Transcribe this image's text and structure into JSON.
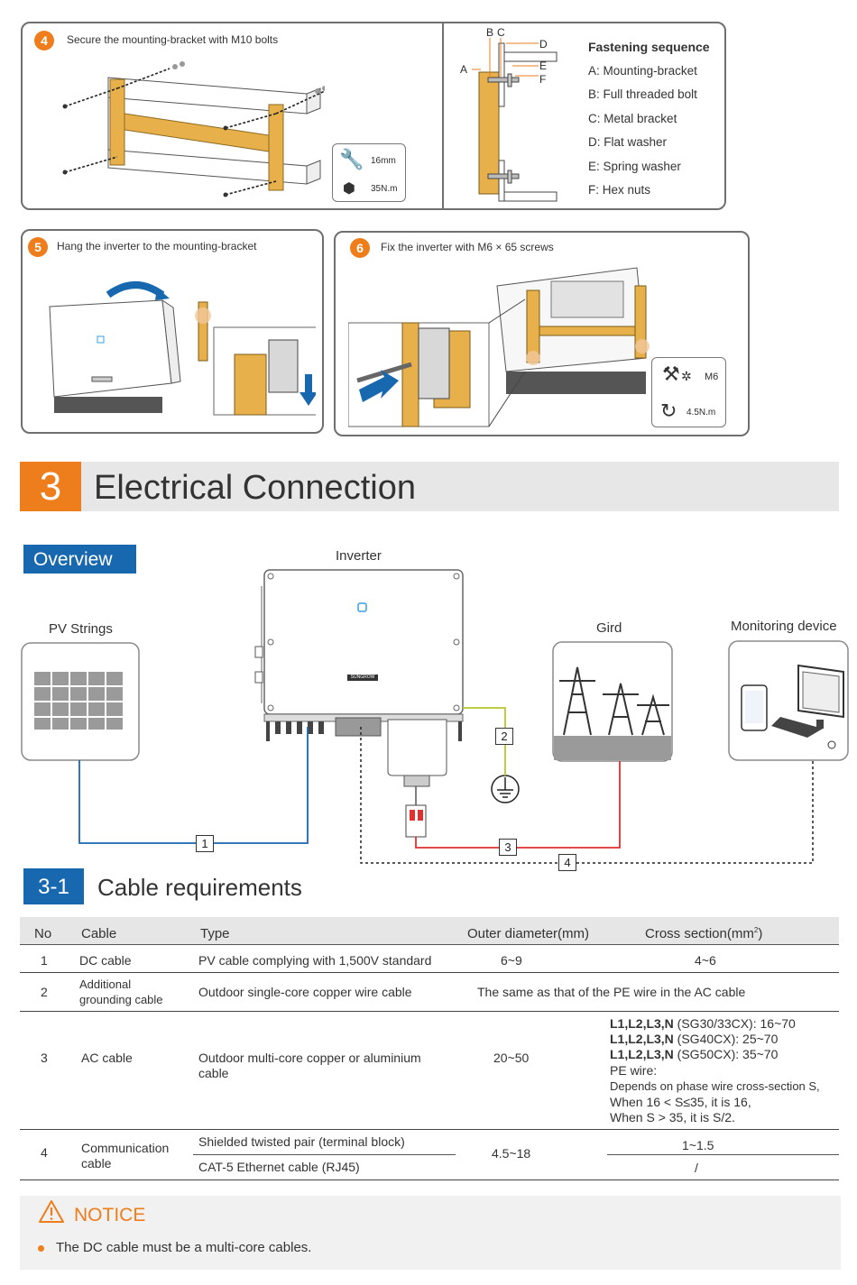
{
  "step4": {
    "num": "4",
    "title": "Secure the mounting-bracket with M10 bolts",
    "tool_size": "16mm",
    "torque": "35N.m",
    "labels": {
      "a": "A",
      "b": "B",
      "c": "C",
      "d": "D",
      "e": "E",
      "f": "F"
    },
    "sequence_title": "Fastening sequence",
    "sequence": [
      {
        "key": "A",
        "sep": ":",
        "label": "Mounting-bracket"
      },
      {
        "key": "B",
        "sep": ":",
        "label": "Full threaded bolt"
      },
      {
        "key": "C",
        "sep": ":",
        "label": "Metal bracket"
      },
      {
        "key": "D",
        "sep": ":",
        "label": "Flat washer"
      },
      {
        "key": "E",
        "sep": ":",
        "label": "Spring washer"
      },
      {
        "key": "F",
        "sep": ":",
        "label": "Hex nuts"
      }
    ]
  },
  "step5": {
    "num": "5",
    "title": "Hang the inverter to the mounting-bracket"
  },
  "step6": {
    "num": "6",
    "title": "Fix the inverter with M6 × 65 screws",
    "screw": "M6",
    "torque": "4.5N.m"
  },
  "section": {
    "num": "3",
    "title": "Electrical Connection"
  },
  "overview": {
    "tag": "Overview",
    "inverter_label": "Inverter",
    "pv_label": "PV Strings",
    "grid_label": "Gird",
    "monitor_label": "Monitoring device",
    "brand_text": "SUNGROW",
    "cable_nums": [
      "1",
      "2",
      "3",
      "4"
    ]
  },
  "subsection": {
    "num": "3-1",
    "title": "Cable requirements"
  },
  "table": {
    "headers": {
      "no": "No",
      "cable": "Cable",
      "type": "Type",
      "outer": "Outer diameter(mm)",
      "cross": "Cross section(mm",
      "cross_sup": "2",
      "cross_end": ")"
    },
    "rows": [
      {
        "no": "1",
        "cable": "DC cable",
        "type": "PV cable complying with 1,500V standard",
        "outer": "6~9",
        "cross": "4~6"
      },
      {
        "no": "2",
        "cable_l1": "Additional",
        "cable_l2": "grounding  cable",
        "type": "Outdoor single-core copper wire cable",
        "merged": "The same as that of the PE wire in the AC cable"
      },
      {
        "no": "3",
        "cable": "AC cable",
        "type_l1": "Outdoor multi-core copper or aluminium",
        "type_l2": "cable",
        "outer": "20~50",
        "cross_lines": [
          {
            "b": "L1,L2,L3,N",
            "t": " (SG30/33CX): 16~70"
          },
          {
            "b": "L1,L2,L3,N",
            "t": " (SG40CX): 25~70"
          },
          {
            "b": "L1,L2,L3,N",
            "t": " (SG50CX): 35~70"
          }
        ],
        "pe_title": "PE wire:",
        "pe_lines": [
          "Depends on phase wire cross-section S,",
          "When 16 < S≤35, it is 16,",
          "When S > 35, it is S/2."
        ]
      },
      {
        "no": "4",
        "cable_l1": "Communication",
        "cable_l2": "cable",
        "type_a": "Shielded twisted pair (terminal block)",
        "type_b": "CAT-5 Ethernet cable (RJ45)",
        "outer": "4.5~18",
        "cross_a": "1~1.5",
        "cross_b": "/"
      }
    ]
  },
  "notice": {
    "title": "NOTICE",
    "text": "The DC cable must be a multi-core cables."
  },
  "colors": {
    "accent": "#ee7d1c",
    "blue": "#1868b0",
    "wood": "#e8b04a",
    "dc_line": "#1868b0",
    "ac_line": "#e03030",
    "ground_line": "#b8c62a"
  }
}
